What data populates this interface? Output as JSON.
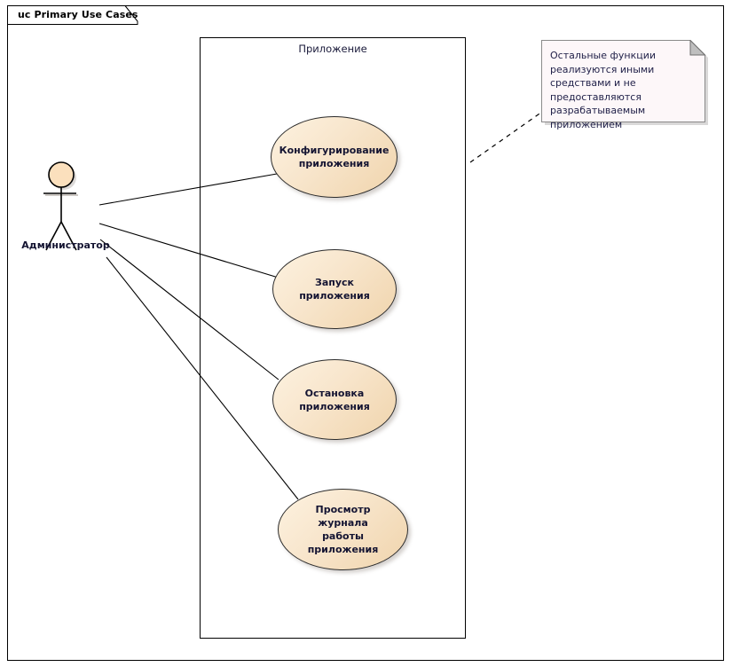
{
  "frame": {
    "title": "uc Primary Use Cases"
  },
  "boundary": {
    "label": "Приложение"
  },
  "actor": {
    "name": "Администратор",
    "icon": "stick-figure-actor-icon"
  },
  "use_cases": [
    {
      "id": "configure",
      "label": "Конфигурирование\nприложения"
    },
    {
      "id": "start",
      "label": "Запуск приложения"
    },
    {
      "id": "stop",
      "label": "Остановка\nприложения"
    },
    {
      "id": "view-log",
      "label": "Просмотр журнала\nработы приложения"
    }
  ],
  "note": {
    "text": "Остальные функции реализуются иными средствами и не предоставляются разрабатываемым приложением"
  },
  "colors": {
    "usecase_fill_light": "#fdf2e0",
    "usecase_fill_dark": "#f0d4ac",
    "usecase_stroke": "#2b2b2b",
    "note_fill": "#fdf7f9",
    "note_stroke": "#8a8a8a",
    "actor_head_fill": "#fbe0bd",
    "line": "#000000",
    "text": "#141432"
  }
}
